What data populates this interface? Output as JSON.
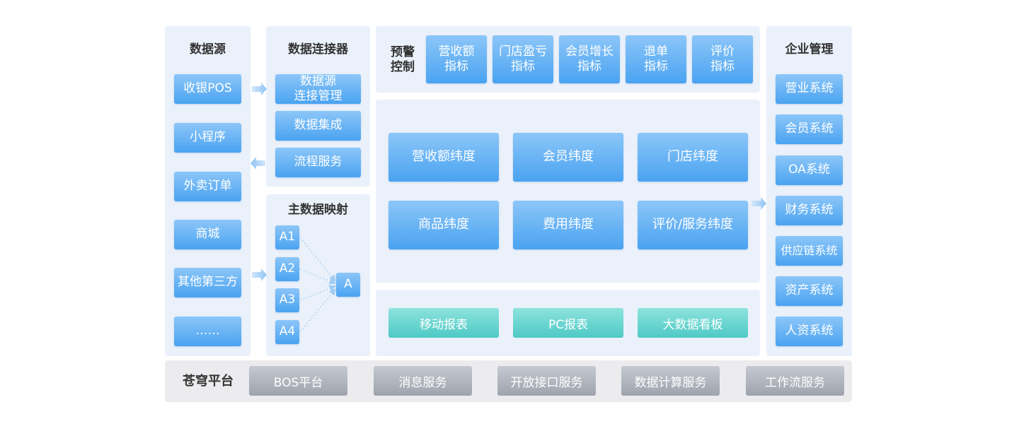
{
  "data_sources": {
    "title": "数据源",
    "items": [
      "收银POS",
      "小程序",
      "外卖订单",
      "商城",
      "其他第三方",
      "……"
    ]
  },
  "connector": {
    "title": "数据连接器",
    "items": [
      "数据源\n连接管理",
      "数据集成",
      "流程服务"
    ]
  },
  "mapping": {
    "title": "主数据映射",
    "sources": [
      "A1",
      "A2",
      "A3",
      "A4"
    ],
    "target": "A"
  },
  "warning": {
    "title": "预警\n控制",
    "items": [
      "营收额\n指标",
      "门店盈亏\n指标",
      "会员增长\n指标",
      "退单\n指标",
      "评价\n指标"
    ]
  },
  "dimensions": {
    "items": [
      "营收额纬度",
      "会员纬度",
      "门店纬度",
      "商品纬度",
      "费用纬度",
      "评价/服务纬度"
    ]
  },
  "reports": {
    "items": [
      "移动报表",
      "PC报表",
      "大数据看板"
    ]
  },
  "enterprise": {
    "title": "企业管理",
    "items": [
      "营业系统",
      "会员系统",
      "OA系统",
      "财务系统",
      "供应链系统",
      "资产系统",
      "人资系统"
    ]
  },
  "platform": {
    "title": "苍穹平台",
    "items": [
      "BOS平台",
      "消息服务",
      "开放接口服务",
      "数据计算服务",
      "工作流服务"
    ]
  },
  "colors": {
    "panel": "#eaf1fa",
    "box_blue": "#4aa3f1",
    "box_teal": "#4ec9c6",
    "box_gray": "#9ea3ad",
    "platform_bg": "#ececee"
  }
}
